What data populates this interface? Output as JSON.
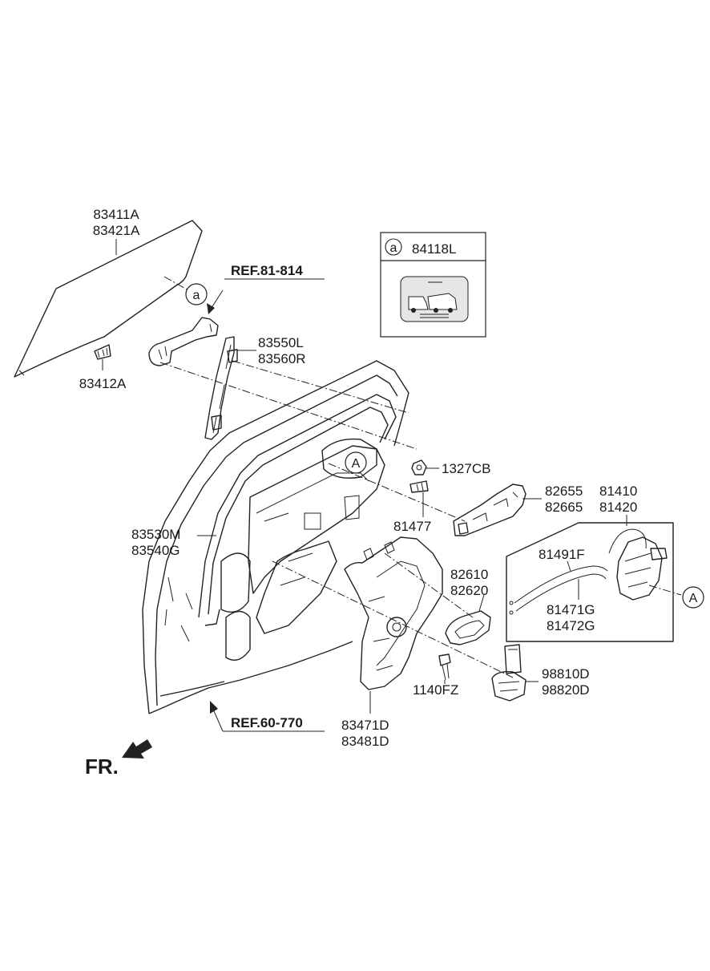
{
  "labels": {
    "glass_1": "83411A",
    "glass_2": "83421A",
    "glass_bracket": "83412A",
    "ref_top": "REF.81-814",
    "channel_1": "83550L",
    "channel_2": "83560R",
    "nut": "1327CB",
    "bolt": "81477",
    "outer_handle_1": "82655",
    "outer_handle_2": "82665",
    "latch_1": "81410",
    "latch_2": "81420",
    "cable_1": "81491F",
    "cable_2": "81471G",
    "cable_3": "81472G",
    "weatherstrip_1": "83530M",
    "weatherstrip_2": "83540G",
    "inner_handle_1": "82610",
    "inner_handle_2": "82620",
    "regulator_1": "83471D",
    "regulator_2": "83481D",
    "screw": "1140FZ",
    "motor_1": "98810D",
    "motor_2": "98820D",
    "ref_bottom": "REF.60-770",
    "front": "FR."
  },
  "legend": {
    "marker": "a",
    "part": "84118L"
  },
  "callouts": {
    "a": "a",
    "A": "A"
  }
}
